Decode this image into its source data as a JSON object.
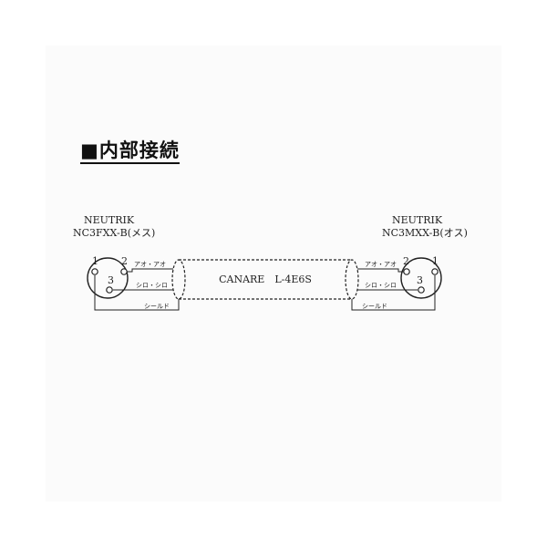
{
  "title": "■内部接続",
  "left_connector": {
    "brand": "NEUTRIK",
    "model": "NC3FXX-B(メス)"
  },
  "right_connector": {
    "brand": "NEUTRIK",
    "model": "NC3MXX-B(オス)"
  },
  "cable": "CANARE　L-4E6S",
  "pins": {
    "p1": "1",
    "p2": "2",
    "p3": "3"
  },
  "wires": {
    "blue": "アオ・アオ",
    "white": "シロ・シロ",
    "shield": "シールド"
  }
}
